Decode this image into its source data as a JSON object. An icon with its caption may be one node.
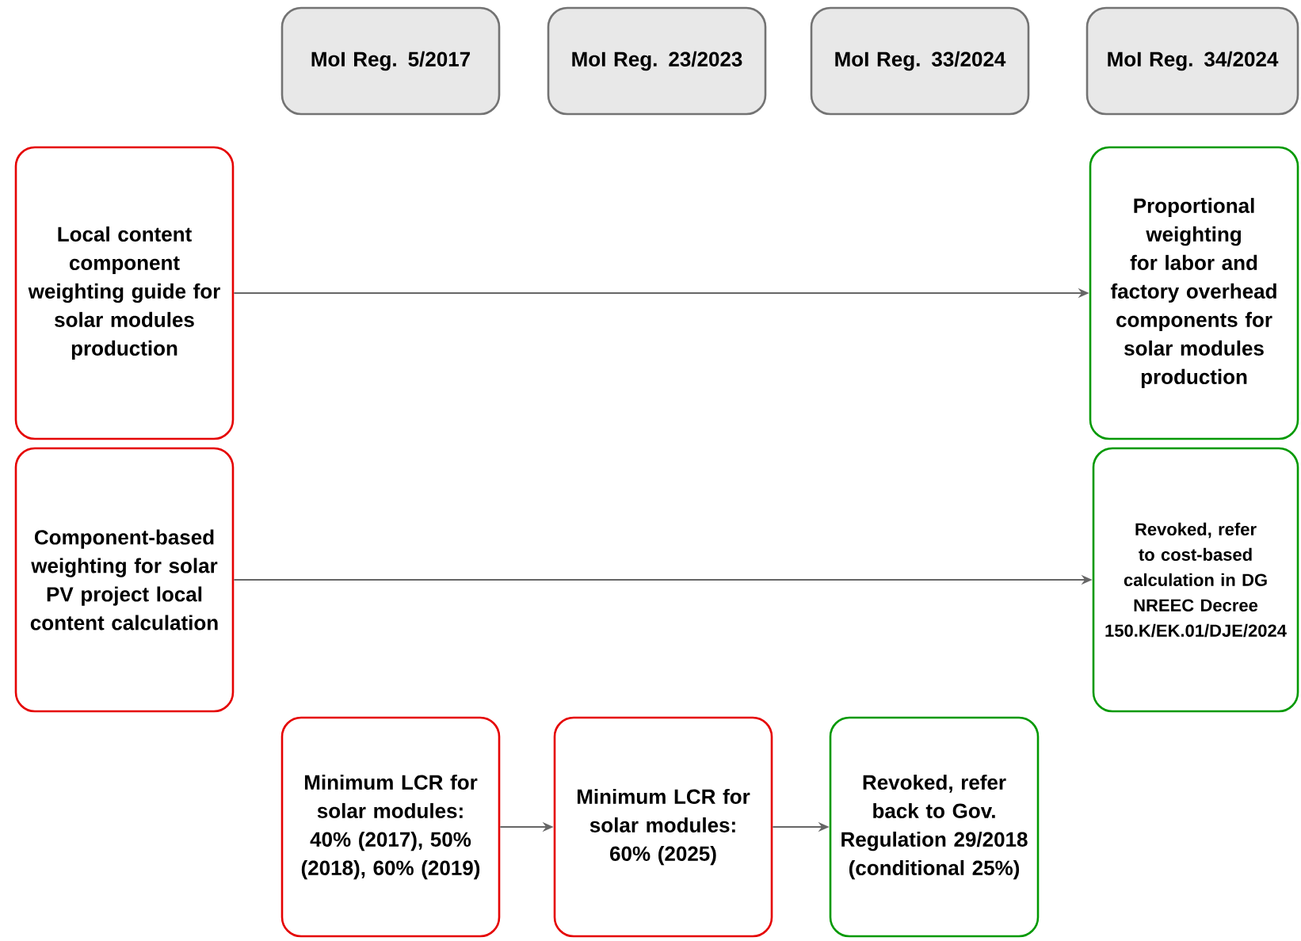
{
  "diagram": {
    "nodes": [
      {
        "text": [
          "MoI Reg. 5/2017"
        ]
      },
      {
        "text": [
          "MoI Reg. 23/2023"
        ]
      },
      {
        "text": [
          "MoI Reg. 33/2024"
        ]
      },
      {
        "text": [
          "MoI Reg. 34/2024"
        ]
      },
      {
        "text": [
          "Local content component weighting guide for solar modules production"
        ]
      },
      {
        "text": [
          "Proportional weighting for labor and factory overhead components for solar modules production"
        ]
      },
      {
        "text": [
          "Component-based weighting for solar PV project local content calculation"
        ]
      },
      {
        "text": [
          "Revoked, refer to cost-based calculation in DG NREEC Decree 150.K/EK.01/DJE/2024"
        ]
      },
      {
        "text": [
          "Minimum LCR for solar modules: 40% (2017), 50% (2018), 60% (2019)"
        ]
      },
      {
        "text": [
          "Minimum LCR for solar modules: 60% (2025)"
        ]
      },
      {
        "text": [
          "Revoked, refer back to Gov. Regulation 29/2018 (conditional 25%)"
        ]
      }
    ],
    "edges": [
      {
        "from": 4,
        "to": 5,
        "arrow": "to"
      },
      {
        "from": 6,
        "to": 7,
        "arrow": "to"
      },
      {
        "from": 8,
        "to": 9,
        "arrow": "to"
      },
      {
        "from": 9,
        "to": 10,
        "arrow": "to"
      }
    ]
  }
}
